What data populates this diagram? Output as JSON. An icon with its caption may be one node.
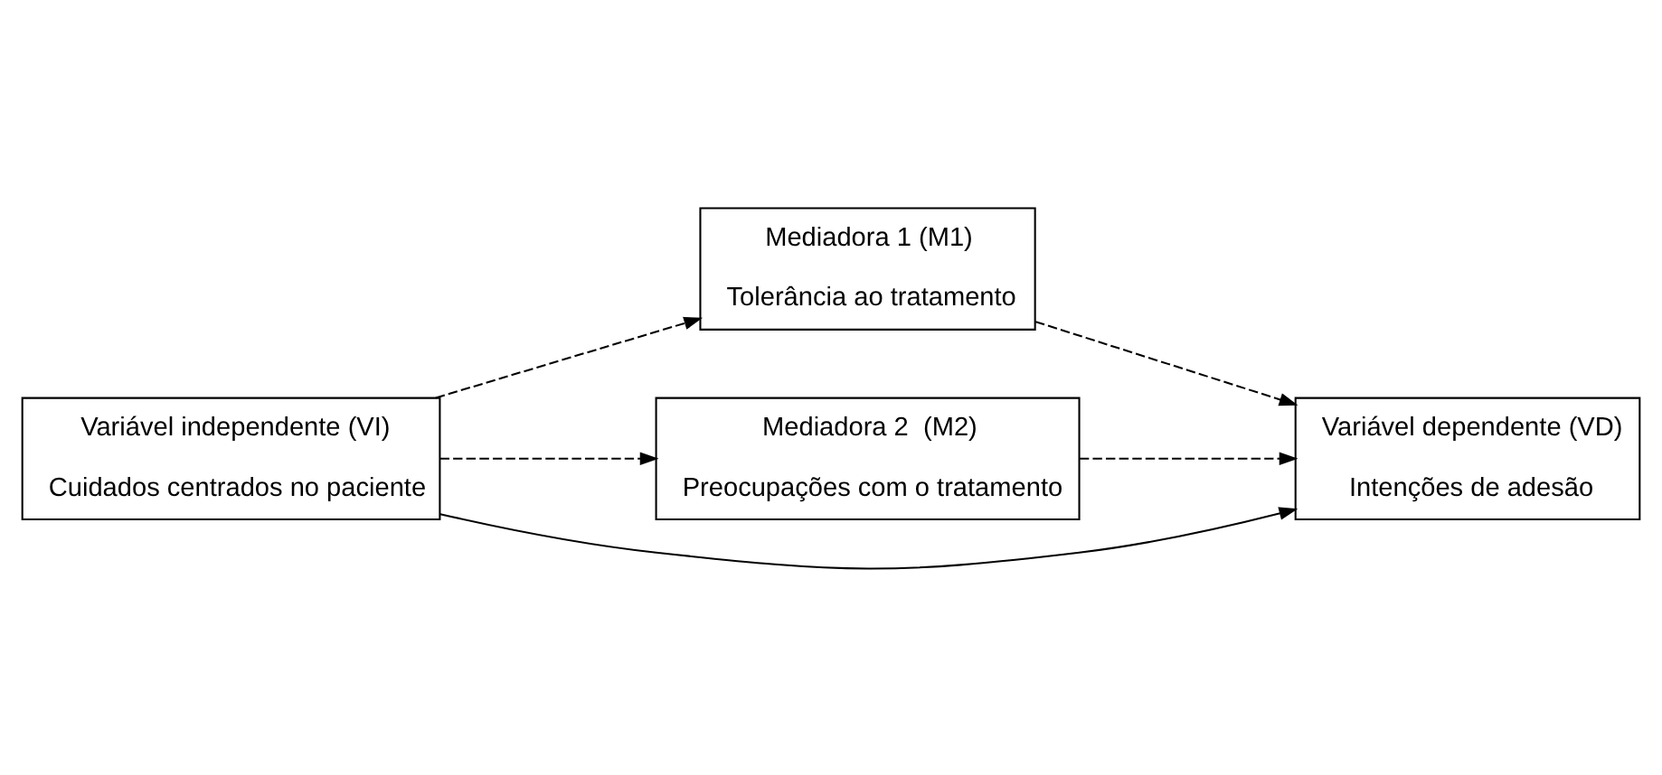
{
  "diagram": {
    "nodes": [
      {
        "text": [
          "Mediadora 1 (M1)",
          "Tolerância ao tratamento"
        ]
      },
      {
        "text": [
          "Mediadora 2  (M2)",
          "Preocupações com o tratamento"
        ]
      },
      {
        "text": [
          "Variável independente (VI)",
          "Cuidados centrados no paciente"
        ]
      },
      {
        "text": [
          "Variável dependente (VD)",
          "Intenções de adesão"
        ]
      }
    ],
    "edges": [
      {
        "from": 2,
        "to": 0,
        "arrow": "to",
        "style": "dashed"
      },
      {
        "from": 2,
        "to": 1,
        "arrow": "to",
        "style": "dashed"
      },
      {
        "from": 0,
        "to": 3,
        "arrow": "to",
        "style": "dashed"
      },
      {
        "from": 1,
        "to": 3,
        "arrow": "to",
        "style": "dashed"
      },
      {
        "from": 2,
        "to": 3,
        "arrow": "to"
      }
    ]
  }
}
